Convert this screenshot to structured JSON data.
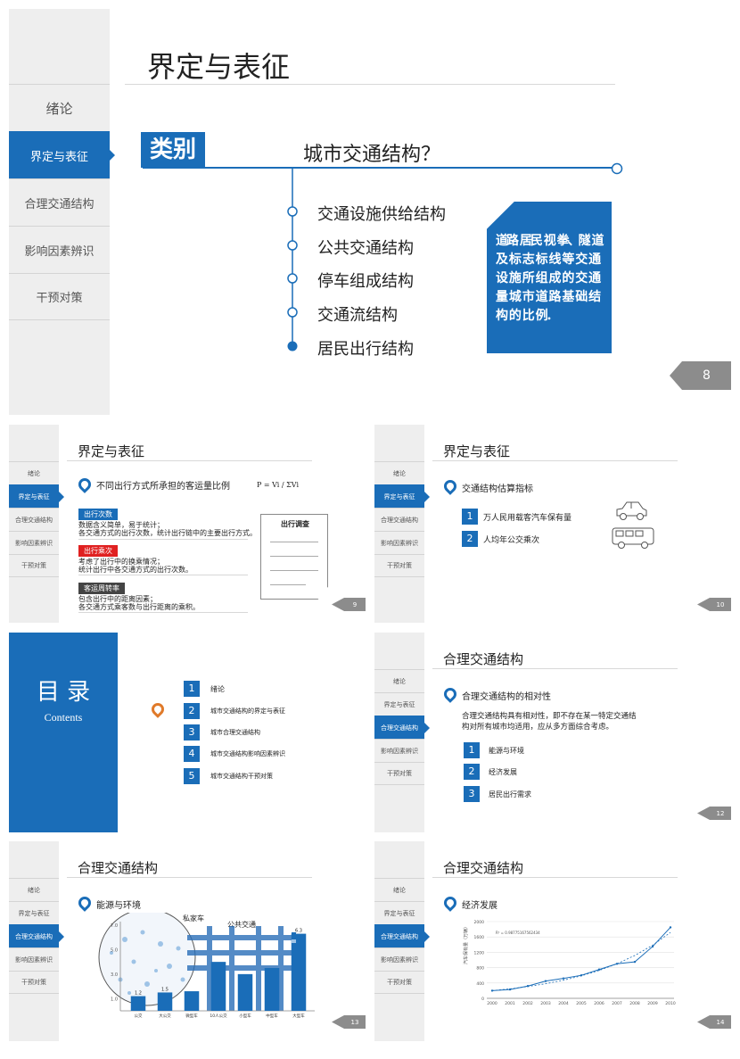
{
  "colors": {
    "accent": "#1a6db8",
    "red": "#e02020",
    "dark": "#444444",
    "gray": "#8c8c8c",
    "orange": "#e07a2a"
  },
  "sidebar": [
    "绪论",
    "界定与表征",
    "合理交通结构",
    "影响因素辨识",
    "干预对策"
  ],
  "slide8": {
    "title": "界定与表征",
    "category": "类别",
    "question": "城市交通结构？",
    "items": [
      "交通设施供给结构",
      "公共交通结构",
      "停车组成结构",
      "交通流结构",
      "居民出行结构"
    ],
    "note": "道路 居民 视 拳、隧 道 及 标 志 标 线 等 交 通 设 施 所 组 成 的 交 通 量 城 市 道 路 基 础 结 构 的 比 例．",
    "page": "8"
  },
  "slide9": {
    "title": "界定与表征",
    "heading": "不同出行方式所承担的客运量比例",
    "formula": "P = Vi / ΣVi",
    "blocks": [
      {
        "tag": "出行次数",
        "lines": [
          "数据含义简单，易于统计；",
          "各交通方式的出行次数，统计出行链中的主要出行方式。"
        ]
      },
      {
        "tag": "出行乘次",
        "lines": [
          "考虑了出行中的换乘情况；",
          "统计出行中各交通方式的出行次数。"
        ]
      },
      {
        "tag": "客运周转率",
        "lines": [
          "包含出行中的距离因素；",
          "各交通方式乘客数与出行距离的乘积。"
        ]
      }
    ],
    "doc_label": "出行调查",
    "page": "9"
  },
  "slide10": {
    "title": "界定与表征",
    "heading": "交通结构估算指标",
    "items": [
      "万人民用载客汽车保有量",
      "人均年公交乘次"
    ],
    "page": "10"
  },
  "slide11": {
    "title_cn": "目 录",
    "title_en": "Contents",
    "items": [
      "绪论",
      "城市交通结构的界定与表征",
      "城市合理交通结构",
      "城市交通结构影响因素辨识",
      "城市交通结构干预对策"
    ]
  },
  "slide12": {
    "title": "合理交通结构",
    "heading": "合理交通结构的相对性",
    "text": [
      "合理交通结构具有相对性，即不存在某一特定交通结",
      "构对所有城市均适用，应从多方面综合考虑。"
    ],
    "items": [
      "能源与环境",
      "经济发展",
      "居民出行需求"
    ],
    "page": "12"
  },
  "slide13": {
    "title": "合理交通结构",
    "heading": "能源与环境",
    "labels": [
      "私家车",
      "公共交通"
    ],
    "chart_data": {
      "type": "bar",
      "categories": [
        "公交",
        "大公交",
        "微型车",
        "10人公交",
        "小型车",
        "中型车",
        "大型车"
      ],
      "values": [
        1.2,
        1.5,
        1.6,
        4.0,
        3.0,
        3.5,
        6.3
      ],
      "data_labels": [
        "1.2",
        "1.5",
        "",
        "",
        "",
        "",
        "6.3"
      ],
      "yticks": [
        "7.0",
        "5.0",
        "3.0",
        "1.0"
      ],
      "ylim": [
        0,
        7
      ]
    },
    "page": "13"
  },
  "slide14": {
    "title": "合理交通结构",
    "heading": "经济发展",
    "chart_data": {
      "type": "line",
      "x": [
        "2000",
        "2001",
        "2002",
        "2003",
        "2004",
        "2005",
        "2006",
        "2007",
        "2008",
        "2009",
        "2010"
      ],
      "values": [
        200,
        230,
        320,
        450,
        520,
        600,
        750,
        900,
        950,
        1350,
        1850
      ],
      "ylabel": "汽车保有量（万辆）",
      "equation": "R² = 0.98775167562434",
      "yticks": [
        "2000",
        "1600",
        "1200",
        "800",
        "400",
        "0"
      ],
      "ylim": [
        0,
        2000
      ]
    },
    "page": "14"
  }
}
